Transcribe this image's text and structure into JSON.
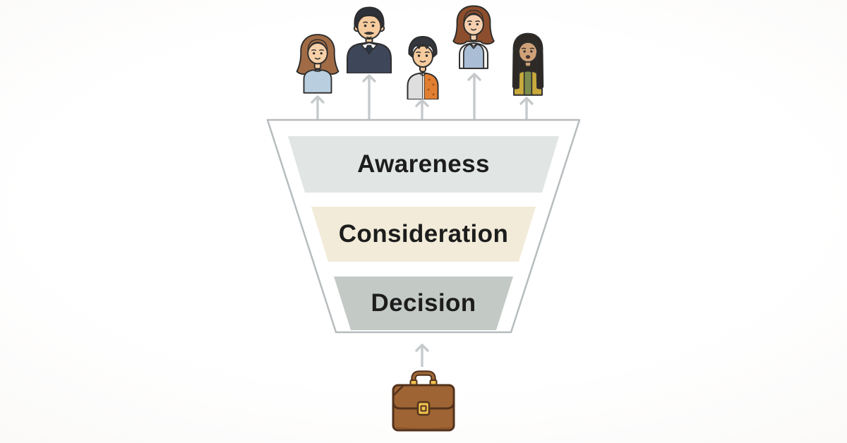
{
  "funnel": {
    "outline_color": "#b7bcbe",
    "fill": "#ffffff",
    "label_color": "#1d1d1d",
    "stages": [
      {
        "label": "Awareness",
        "color": "#e1e5e4"
      },
      {
        "label": "Consideration",
        "color": "#f2ebd9"
      },
      {
        "label": "Decision",
        "color": "#c3cac6"
      }
    ]
  },
  "arrows": {
    "color": "#c6cacc",
    "top_count": 5,
    "bottom_count": 1,
    "direction": "up"
  },
  "people": [
    {
      "icon": "avatar-woman-wavy-brown-hair-icon",
      "hair": "#a06b45",
      "skin": "#f6d0a8",
      "outfit": "#b9cfdf"
    },
    {
      "icon": "avatar-man-suit-tie-icon",
      "hair": "#2e3138",
      "skin": "#f6cb9e",
      "outfit": "#3e4659"
    },
    {
      "icon": "avatar-man-two-tone-shirt-icon",
      "hair": "#33363c",
      "skin": "#f6cb9e",
      "outfit": "#e07f32"
    },
    {
      "icon": "avatar-woman-curly-hair-vest-icon",
      "hair": "#8d4e2d",
      "skin": "#f6d0ae",
      "outfit": "#a9bed5"
    },
    {
      "icon": "avatar-woman-long-dark-hair-icon",
      "hair": "#2e2924",
      "skin": "#cfa178",
      "outfit": "#c8a93c"
    }
  ],
  "briefcase": {
    "icon": "briefcase-icon",
    "body": "#9e6433",
    "outline": "#53321c",
    "hardware": "#eec04f"
  }
}
